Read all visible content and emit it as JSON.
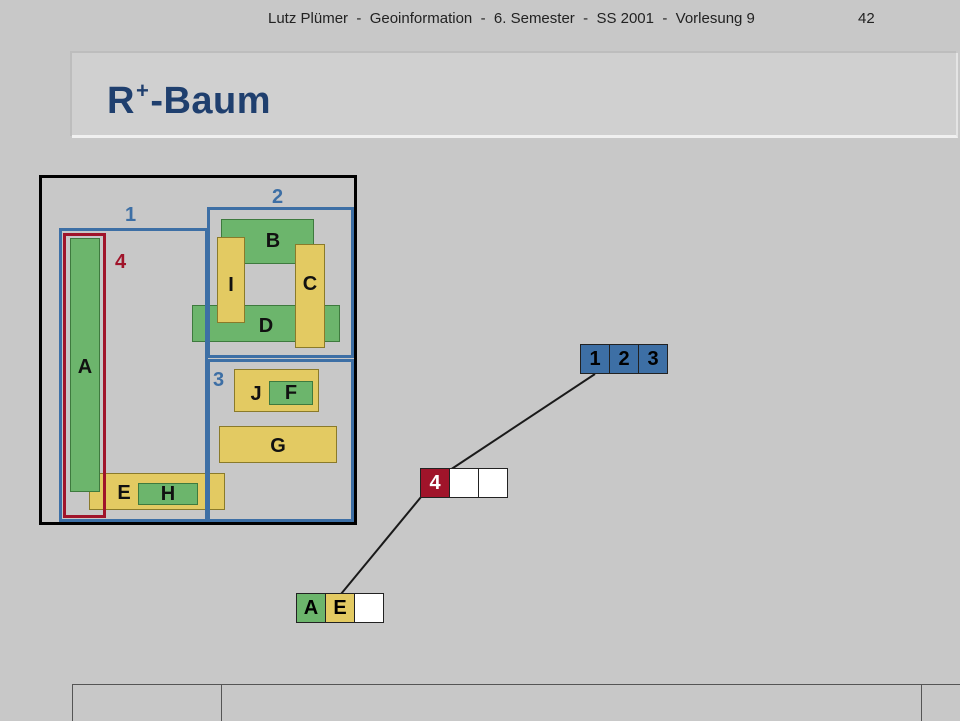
{
  "title": {
    "main": "R",
    "sup": "+",
    "rest": "-Baum"
  },
  "colors": {
    "blue": "#3d6fa5",
    "red": "#a0142a",
    "green": "#6cb56c",
    "yellow": "#e3ca62"
  },
  "diagram": {
    "region_labels": {
      "r1": "1",
      "r2": "2",
      "r3": "3",
      "r4": "4"
    },
    "objects": {
      "A": "A",
      "B": "B",
      "C": "C",
      "D": "D",
      "E": "E",
      "F": "F",
      "G": "G",
      "H": "H",
      "I": "I",
      "J": "J"
    }
  },
  "tree": {
    "root": [
      "1",
      "2",
      "3"
    ],
    "level2": [
      "4",
      "",
      ""
    ],
    "leaf": [
      "A",
      "E",
      ""
    ]
  },
  "footer": {
    "text": "Lutz Plümer  -  Geoinformation  -  6. Semester  -  SS 2001  -  Vorlesung 9",
    "page": "42"
  }
}
